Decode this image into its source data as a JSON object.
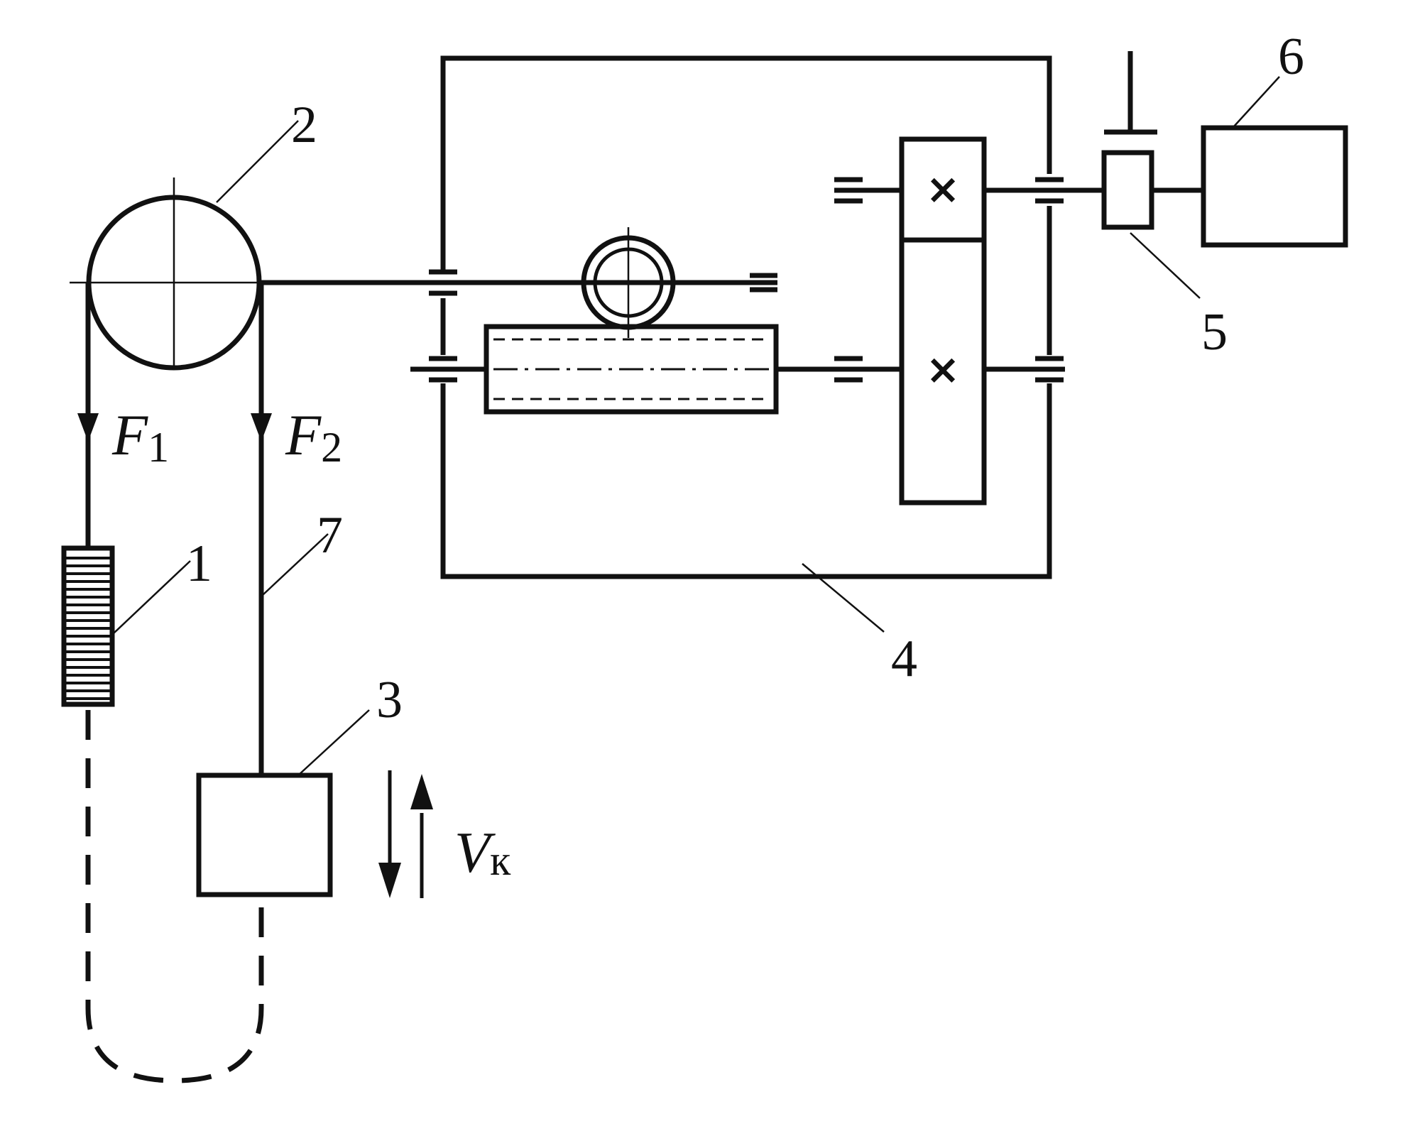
{
  "diagram": {
    "labels": {
      "n1": "1",
      "n2": "2",
      "n3": "3",
      "n4": "4",
      "n5": "5",
      "n6": "6",
      "n7": "7"
    },
    "forces": {
      "f1_symbol": "F",
      "f1_sub": "1",
      "f2_symbol": "F",
      "f2_sub": "2"
    },
    "velocity": {
      "symbol": "V",
      "sub": "к"
    },
    "gear_mark": "×",
    "line_color": "#111111",
    "background": "#ffffff"
  }
}
